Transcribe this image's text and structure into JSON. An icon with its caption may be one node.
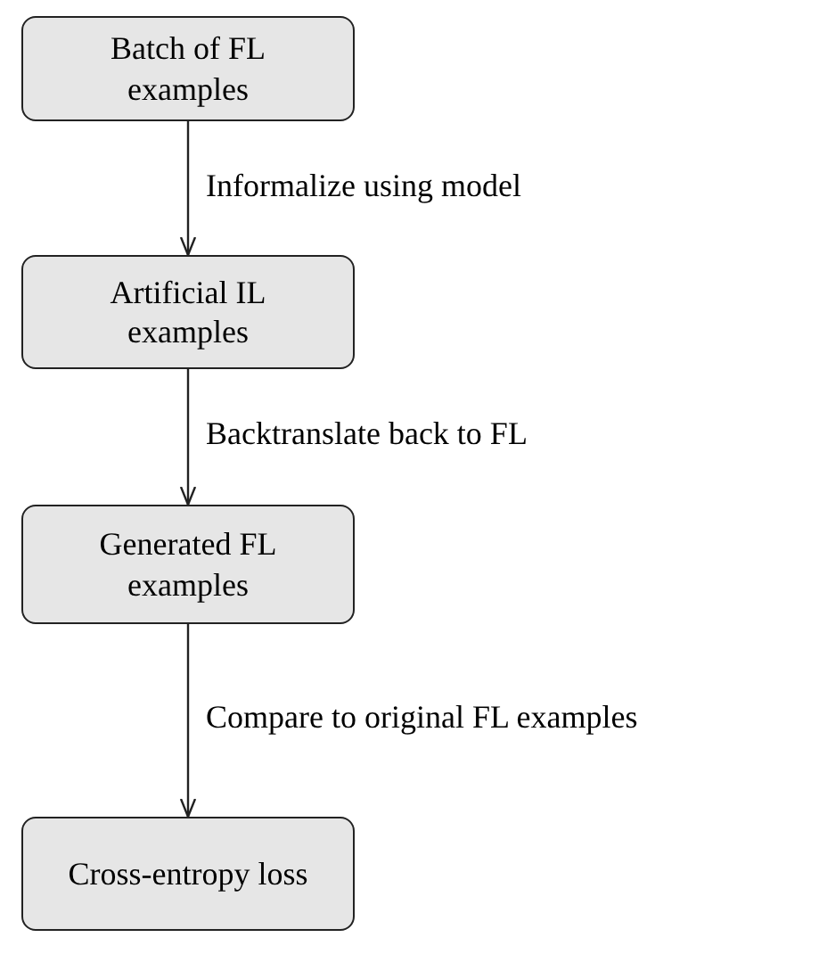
{
  "diagram": {
    "nodes": [
      {
        "text": [
          "Batch of FL examples"
        ]
      },
      {
        "text": [
          "Artificial IL examples"
        ]
      },
      {
        "text": [
          "Generated FL examples"
        ]
      },
      {
        "text": [
          "Cross-entropy loss"
        ]
      }
    ],
    "edges": [
      {
        "from": 0,
        "to": 1,
        "arrow": "to",
        "label": "Informalize using model"
      },
      {
        "from": 1,
        "to": 2,
        "arrow": "to",
        "label": "Backtranslate back to FL"
      },
      {
        "from": 2,
        "to": 3,
        "arrow": "to",
        "label": "Compare to original FL examples"
      }
    ]
  }
}
